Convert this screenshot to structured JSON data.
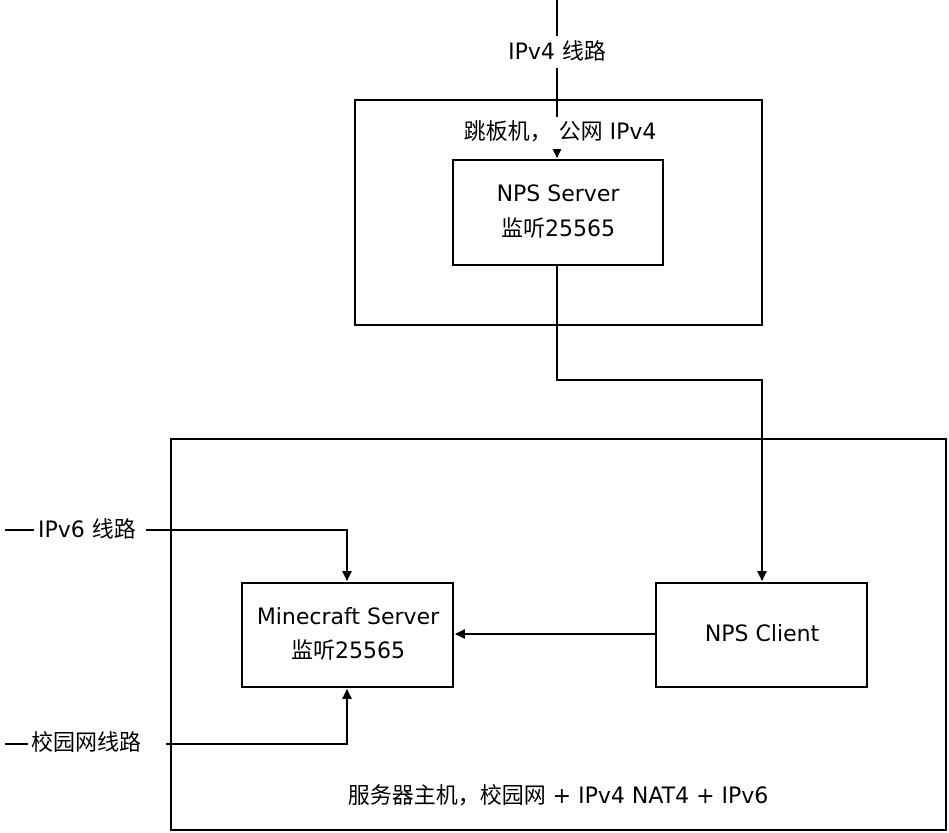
{
  "labels": {
    "ipv4_line": "IPv4 线路",
    "jump_host": "跳板机， 公网 IPv4",
    "nps_server_name": "NPS Server",
    "nps_server_listen": "监听25565",
    "ipv6_line": "IPv6 线路",
    "campus_line": "校园网线路",
    "minecraft_name": "Minecraft Server",
    "minecraft_listen": "监听25565",
    "nps_client": "NPS Client",
    "server_host": "服务器主机，校园网 + IPv4 NAT4 + IPv6"
  }
}
